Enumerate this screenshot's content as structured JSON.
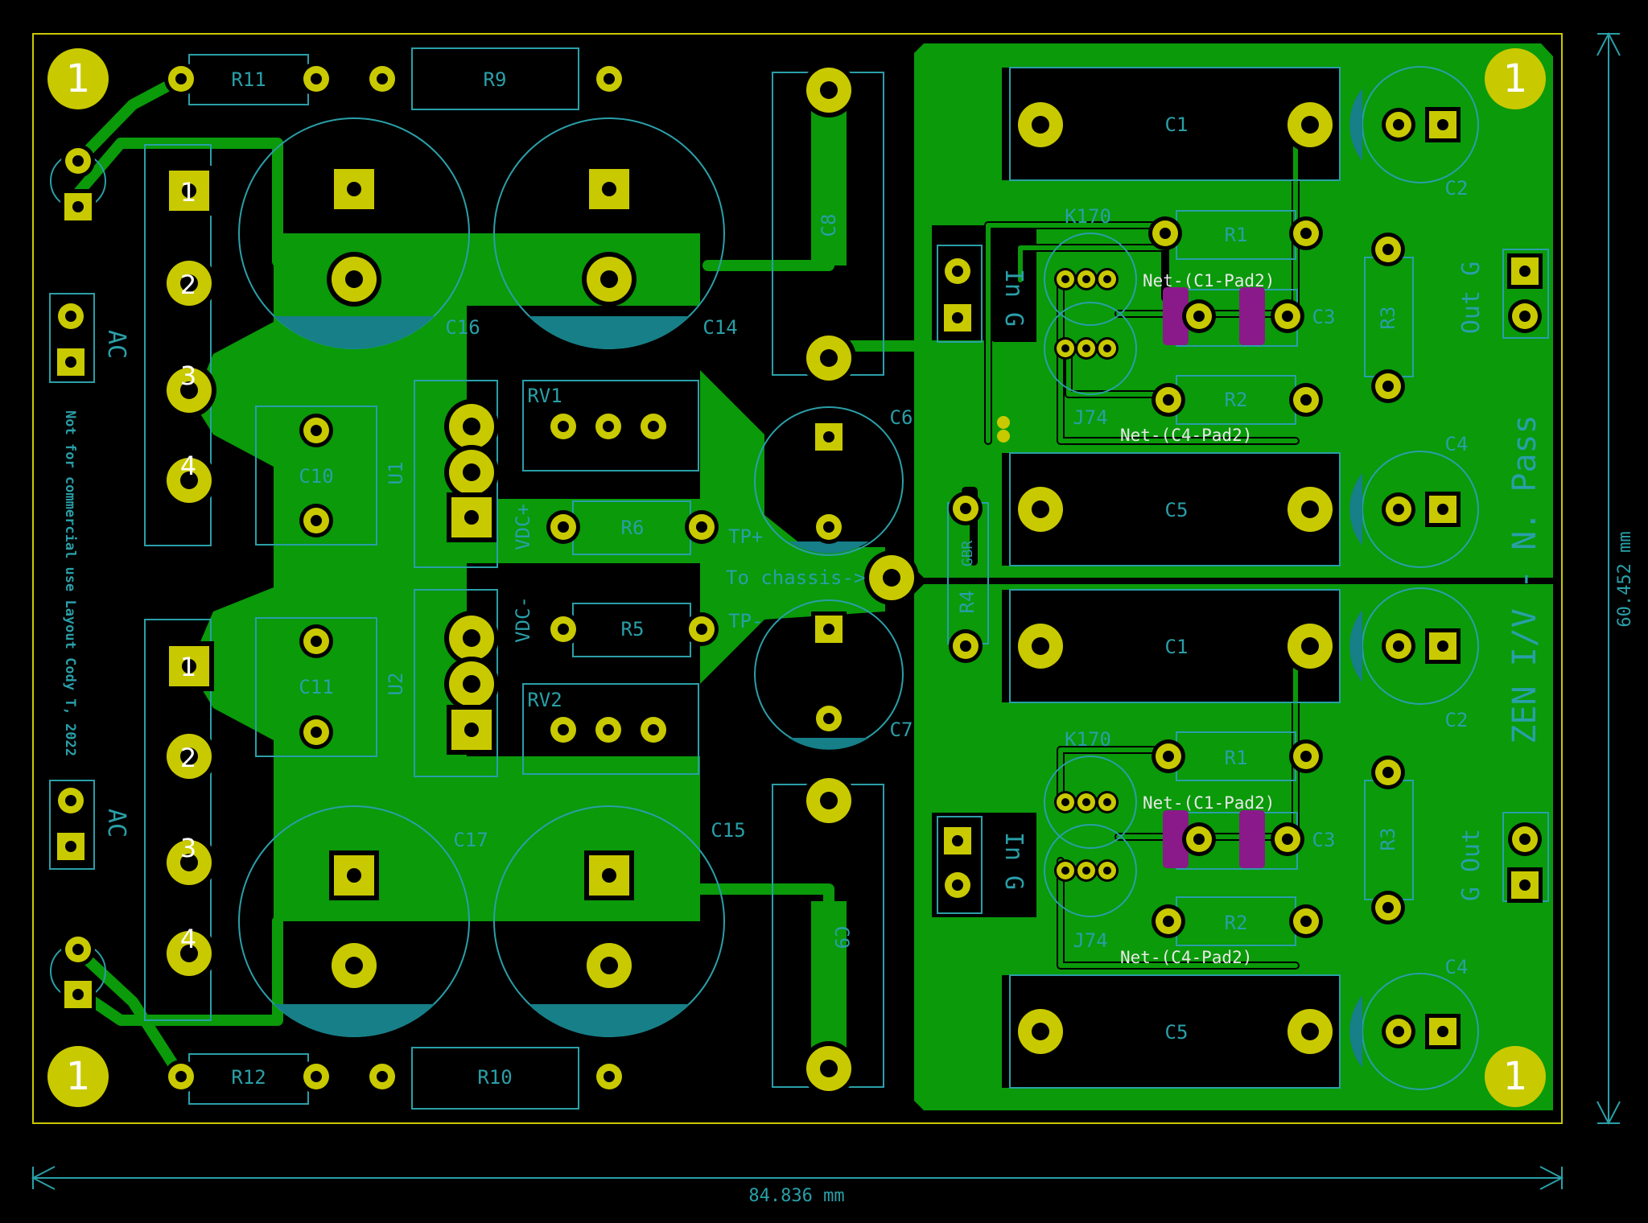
{
  "board": {
    "dim_width": "84.836 mm",
    "dim_height": "60.452 mm",
    "vertical_note": "Not for commercial use  Layout Cody T, 2022",
    "zen_label": "ZEN I/V - N. Pass",
    "tp_plus": "TP+",
    "tp_minus": "TP-",
    "to_chassis": "To chassis->",
    "vdc_plus": "VDC+",
    "vdc_minus": "VDC-",
    "gbr": "GBR",
    "ac_top": "AC",
    "ac_bottom": "AC",
    "out_g_top": "Out G",
    "g_out_bottom": "G Out",
    "in_g_top": "In G",
    "in_g_bottom": "In G"
  },
  "corner_marks": [
    "1",
    "1",
    "1",
    "1"
  ],
  "bridge_pins": [
    "1",
    "2",
    "3",
    "4"
  ],
  "refs": {
    "r11": "R11",
    "r9": "R9",
    "r12": "R12",
    "r10": "R10",
    "c16": "C16",
    "c14": "C14",
    "c17": "C17",
    "c15": "C15",
    "c10": "C10",
    "c11": "C11",
    "u1": "U1",
    "u2": "U2",
    "rv1": "RV1",
    "rv2": "RV2",
    "r6": "R6",
    "r5": "R5",
    "c6": "C6",
    "c7": "C7",
    "c8": "C8",
    "c9": "C9",
    "r4": "R4",
    "c1": "C1",
    "c2": "C2",
    "c3": "C3",
    "c4": "C4",
    "c5": "C5",
    "r1": "R1",
    "r2": "R2",
    "r3": "R3",
    "k170": "K170",
    "j74": "J74"
  },
  "nets": {
    "c1_pad2": "Net-(C1-Pad2)",
    "c4_pad2": "Net-(C4-Pad2)"
  },
  "colors": {
    "background": "#000000",
    "copper": "#0a9a0a",
    "pad": "#c9c900",
    "pad_border": "#e0e000",
    "silkscreen": "#2a9fa8",
    "board_edge": "#c8c800",
    "smd_pad": "#8a1a8a"
  }
}
